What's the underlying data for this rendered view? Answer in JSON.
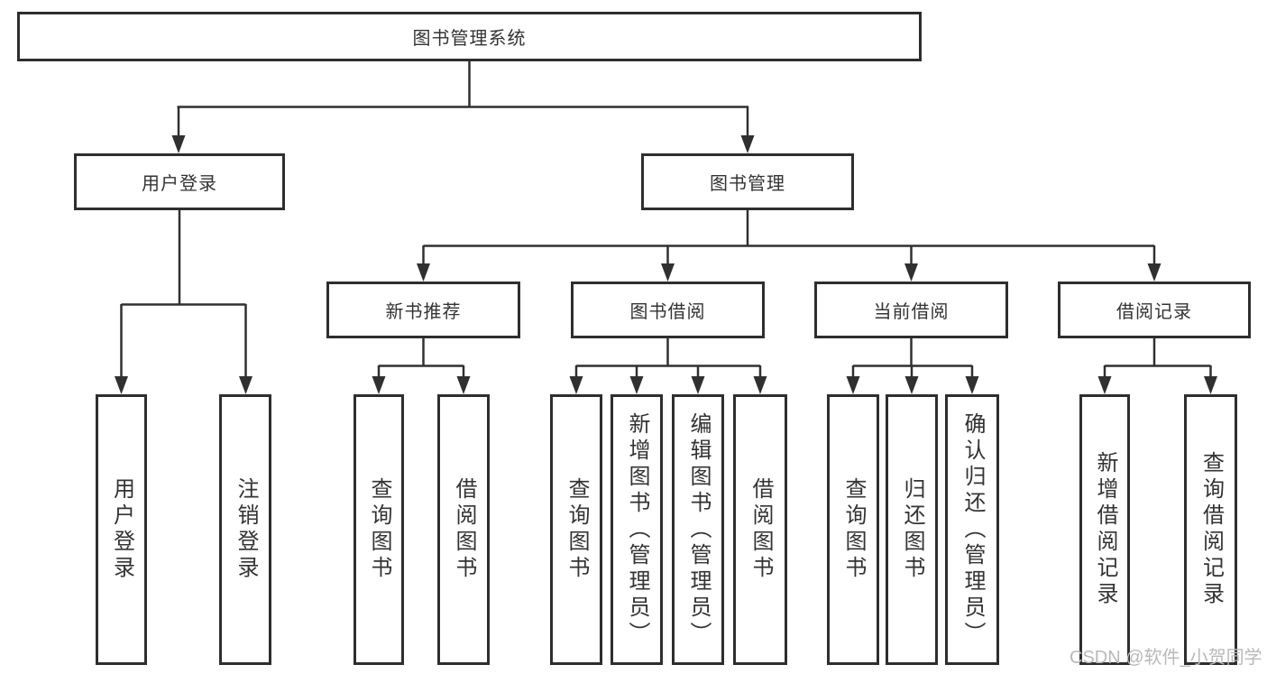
{
  "diagram": {
    "root": {
      "label": "图书管理系统"
    },
    "branches": [
      {
        "label": "用户登录",
        "children": [
          {
            "label": "用户登录"
          },
          {
            "label": "注销登录"
          }
        ]
      },
      {
        "label": "图书管理",
        "children": [
          {
            "label": "新书推荐",
            "children": [
              {
                "label": "查询图书"
              },
              {
                "label": "借阅图书"
              }
            ]
          },
          {
            "label": "图书借阅",
            "children": [
              {
                "label": "查询图书"
              },
              {
                "label": "新增图书（管理员）"
              },
              {
                "label": "编辑图书（管理员）"
              },
              {
                "label": "借阅图书"
              }
            ]
          },
          {
            "label": "当前借阅",
            "children": [
              {
                "label": "查询图书"
              },
              {
                "label": "归还图书"
              },
              {
                "label": "确认归还（管理员）"
              }
            ]
          },
          {
            "label": "借阅记录",
            "children": [
              {
                "label": "新增借阅记录"
              },
              {
                "label": "查询借阅记录"
              }
            ]
          }
        ]
      }
    ],
    "colors": {
      "line": "#303030",
      "text": "#333333",
      "background": "#ffffff",
      "watermark": "#b9b9b9"
    },
    "watermark": "CSDN @软件_小贺同学"
  }
}
